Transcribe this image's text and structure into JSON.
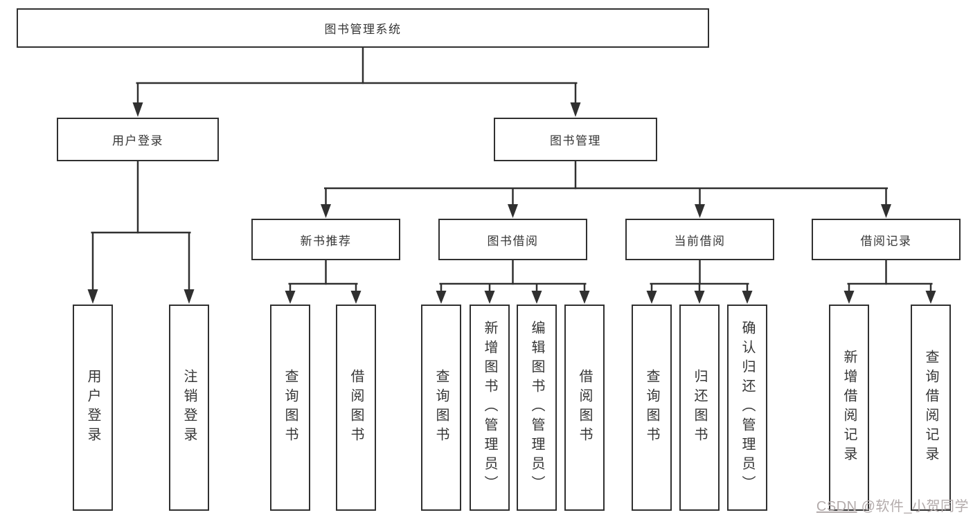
{
  "diagram": {
    "root": "图书管理系统",
    "branches": [
      {
        "label": "用户登录",
        "children": [
          "用户登录",
          "注销登录"
        ]
      },
      {
        "label": "图书管理",
        "groups": [
          {
            "label": "新书推荐",
            "children": [
              "查询图书",
              "借阅图书"
            ]
          },
          {
            "label": "图书借阅",
            "children": [
              "查询图书",
              "新增图书（管理员）",
              "编辑图书（管理员）",
              "借阅图书"
            ]
          },
          {
            "label": "当前借阅",
            "children": [
              "查询图书",
              "归还图书",
              "确认归还（管理员）"
            ]
          },
          {
            "label": "借阅记录",
            "children": [
              "新增借阅记录",
              "查询借阅记录"
            ]
          }
        ]
      }
    ]
  },
  "watermark": {
    "site": "CSDN",
    "user": "@软件_小贺同学"
  },
  "colors": {
    "background": "#ffffff",
    "box_border": "#303030",
    "connector_line": "#303030",
    "text": "#363636",
    "watermark_text": "#b3abab"
  }
}
